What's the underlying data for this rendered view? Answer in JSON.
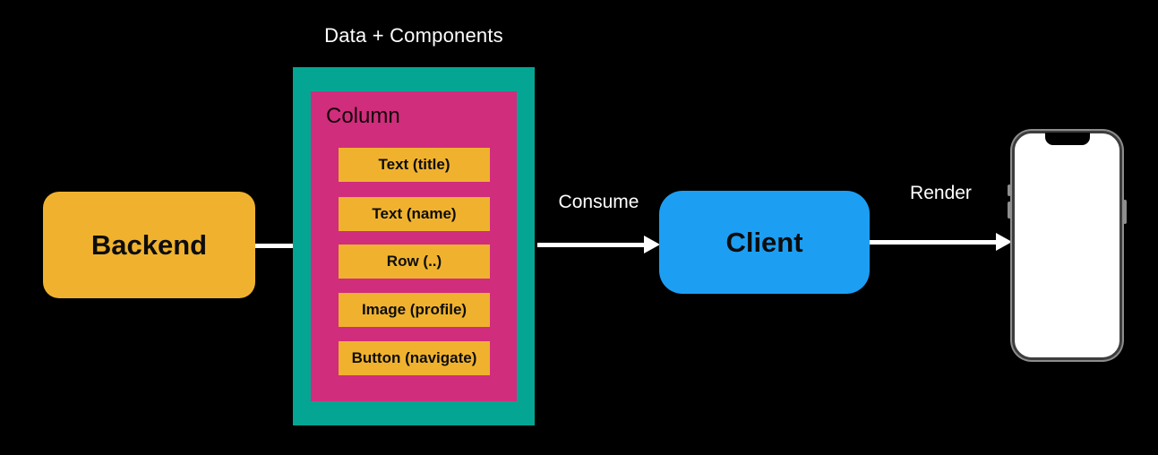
{
  "colors": {
    "bg": "#000000",
    "yellow": "#F0B22E",
    "teal": "#04A593",
    "magenta": "#D02D7C",
    "blue": "#1C9FF3",
    "line": "#FFFFFF"
  },
  "diagram": {
    "title": "Data + Components",
    "backend": {
      "label": "Backend"
    },
    "client": {
      "label": "Client"
    },
    "column": {
      "label": "Column",
      "items": [
        {
          "label": "Text (title)"
        },
        {
          "label": "Text (name)"
        },
        {
          "label": "Row (..)"
        },
        {
          "label": "Image (profile)"
        },
        {
          "label": "Button (navigate)"
        }
      ]
    },
    "edges": {
      "backend_to_payload": {
        "label": ""
      },
      "consume": {
        "label": "Consume"
      },
      "render": {
        "label": "Render"
      }
    },
    "icons": {
      "device": "phone-icon"
    }
  }
}
